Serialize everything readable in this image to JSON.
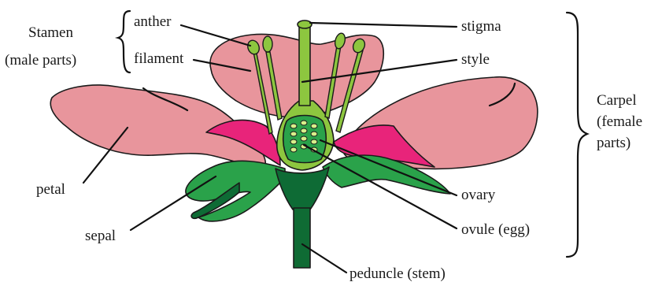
{
  "diagram": {
    "groups": {
      "stamen_line1": "Stamen",
      "stamen_line2": "(male parts)",
      "carpel_line1": "Carpel",
      "carpel_line2": "(female",
      "carpel_line3": "parts)"
    },
    "labels": {
      "anther": "anther",
      "filament": "filament",
      "stigma": "stigma",
      "style": "style",
      "petal": "petal",
      "sepal": "sepal",
      "ovary": "ovary",
      "ovule": "ovule (egg)",
      "peduncle": "peduncle (stem)"
    },
    "colors": {
      "petal": "#e8959c",
      "inner_petal": "#e8247a",
      "light_green": "#8dc63f",
      "mid_green": "#2aa24a",
      "dark_green": "#0e6b35",
      "stem_green": "#0f6b34"
    }
  }
}
